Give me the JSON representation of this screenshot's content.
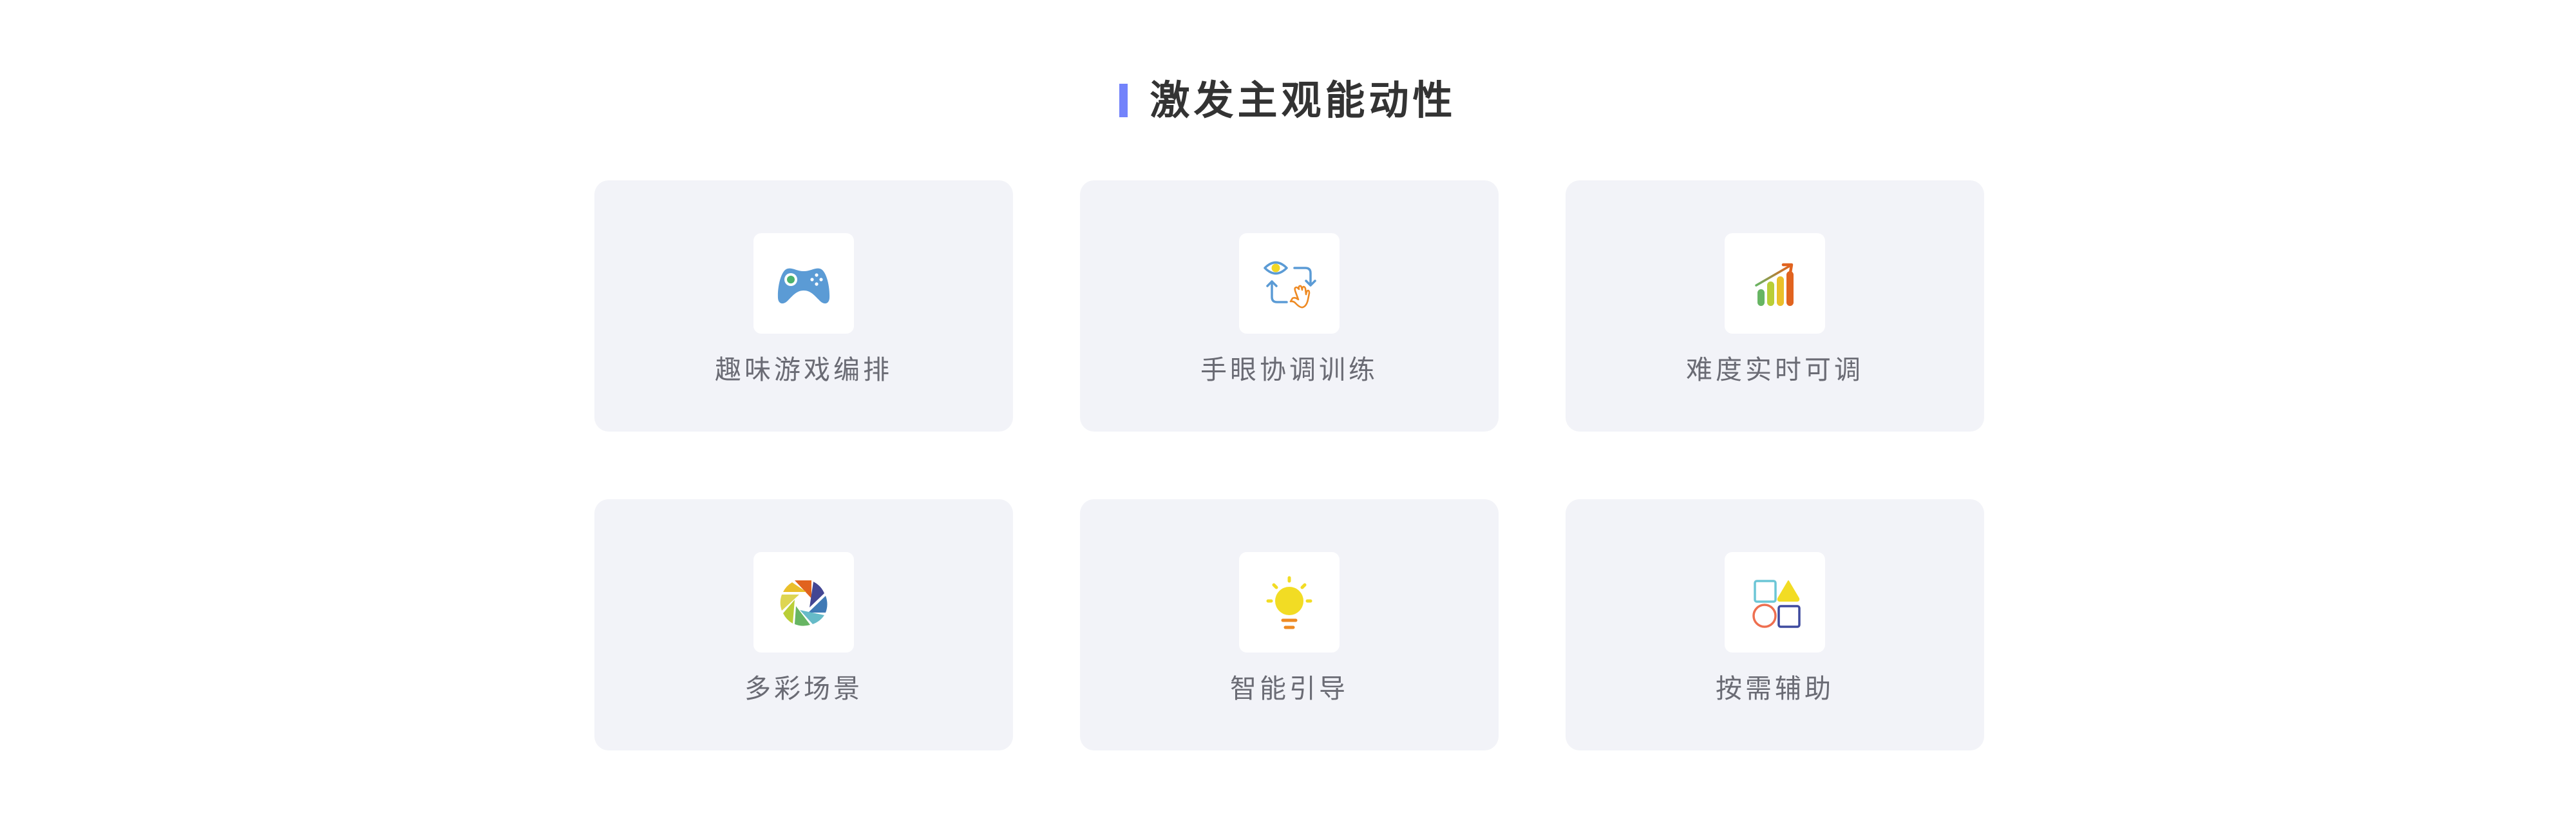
{
  "section": {
    "title": "激发主观能动性",
    "accent_color": "#7383FB"
  },
  "cards": [
    {
      "label": "趣味游戏编排",
      "icon": "gamepad-icon",
      "icon_colors": [
        "#5B9BD5",
        "#4CB26E"
      ]
    },
    {
      "label": "手眼协调训练",
      "icon": "eye-hand-coordination-icon",
      "icon_colors": [
        "#5B9BD5",
        "#F2D724",
        "#EE8A23"
      ]
    },
    {
      "label": "难度实时可调",
      "icon": "rising-bar-chart-icon",
      "icon_colors": [
        "#67B563",
        "#B9CE37",
        "#EABF2A",
        "#E1631F"
      ]
    },
    {
      "label": "多彩场景",
      "icon": "aperture-icon",
      "icon_colors": [
        "#E1631F",
        "#434693",
        "#3F79B5",
        "#66BBC8",
        "#67B563",
        "#B9CE37",
        "#DED552",
        "#EABF2A"
      ]
    },
    {
      "label": "智能引导",
      "icon": "lightbulb-icon",
      "icon_colors": [
        "#F2DC24",
        "#EE8A23"
      ]
    },
    {
      "label": "按需辅助",
      "icon": "shapes-icon",
      "icon_colors": [
        "#6CC6D6",
        "#F2DC24",
        "#EE6F50",
        "#3E4A9E"
      ]
    }
  ]
}
